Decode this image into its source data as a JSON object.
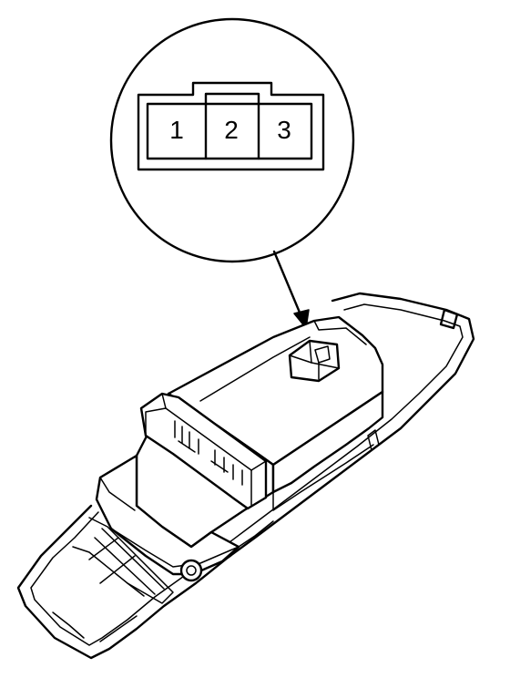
{
  "connector": {
    "pins": [
      {
        "label": "1"
      },
      {
        "label": "2"
      },
      {
        "label": "3"
      }
    ]
  }
}
